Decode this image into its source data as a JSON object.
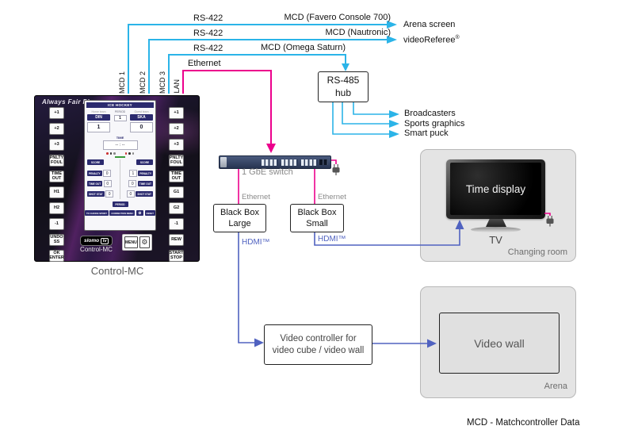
{
  "colors": {
    "rs422_line": "#2bb4e8",
    "ethernet_line": "#ec008c",
    "hdmi_line": "#5062c0",
    "console_accent": "#2b2a6e"
  },
  "links": {
    "rs422_labels": [
      "RS-422",
      "RS-422",
      "RS-422"
    ],
    "ethernet_top_label": "Ethernet",
    "mcd_favero": "MCD (Favero Console 700)",
    "mcd_nautronic": "MCD (Nautronic)",
    "mcd_omega": "MCD (Omega Saturn)",
    "targets": {
      "arena_screen": "Arena screen",
      "video_referee": "videoReferee",
      "video_referee_sup": "®"
    },
    "hub_outputs": [
      "Broadcasters",
      "Sports graphics",
      "Smart puck"
    ],
    "ethernet_drop_labels": [
      "Ethernet",
      "Ethernet"
    ],
    "hdmi_labels": [
      "HDMI™",
      "HDMI™"
    ]
  },
  "hub": {
    "name_line1": "RS-485",
    "name_line2": "hub"
  },
  "switch": {
    "label": "1 GbE switch"
  },
  "black_box_large": {
    "line1": "Black Box",
    "line2": "Large"
  },
  "black_box_small": {
    "line1": "Black Box",
    "line2": "Small"
  },
  "video_controller": {
    "line1": "Video controller for",
    "line2": "video cube / video wall"
  },
  "changing_room": {
    "zone_label": "Changing room",
    "tv_screen_text": "Time display",
    "tv_label": "TV"
  },
  "arena": {
    "zone_label": "Arena",
    "video_wall_label": "Video wall"
  },
  "footnote": "MCD - Matchcontroller Data",
  "console": {
    "caption": "Control-MC",
    "slogan": "Always Fair Play",
    "logo_part1": "slomo",
    "logo_part2": "tv",
    "device_label": "Control-MC",
    "menu_button": "MENU",
    "port_labels": [
      "MCD 1",
      "MCD 2",
      "MCD 3",
      "LAN"
    ],
    "left_buttons": [
      "+1",
      "+2",
      "+3",
      "PNLTY\nFOUL",
      "TIME\nOUT",
      "H1",
      "H2",
      "-1",
      "UNDO\nSS",
      "OK\nENTER"
    ],
    "right_buttons": [
      "+1",
      "+2",
      "+3",
      "PNLTY\nFOUL",
      "TIME\nOUT",
      "G1",
      "G2",
      "-1",
      "REW",
      "START\nSTOP"
    ],
    "screen": {
      "title": "ICE HOCKEY",
      "home_team_label": "Home team",
      "guest_team_label": "Guest team",
      "home_team": "DIN",
      "guest_team": "SKA",
      "period_label": "PERIOD",
      "period_value": "1",
      "home_score": "1",
      "guest_score": "0",
      "time_label": "TIME",
      "time_value": "-- : --",
      "home_controls": {
        "score": "SCORE",
        "penalty_label": "PENALTY",
        "penalty_value": "0",
        "timeout_label": "TIME OUT",
        "timeout_value": "0",
        "shot_label": "SHOT STAT",
        "shot_value": "0"
      },
      "guest_controls": {
        "score": "SCORE",
        "penalty_label": "PENALTY",
        "penalty_value": "1",
        "timeout_label": "TIME OUT",
        "timeout_value": "0",
        "shot_label": "SHOT STAT",
        "shot_value": "0"
      },
      "period_button": "PERIOD",
      "bottom_buttons": [
        "TO CHOICE SPORT",
        "CORRECTION MENU",
        "RESET"
      ],
      "gear_glyph": "⚙"
    }
  }
}
